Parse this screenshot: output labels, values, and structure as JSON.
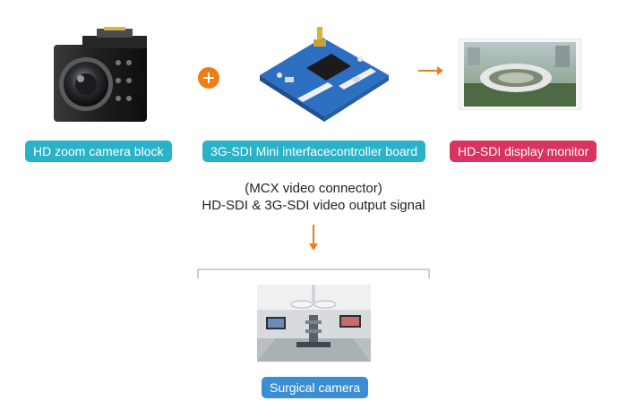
{
  "colors": {
    "teal": "#2ab3c8",
    "pink": "#d8345f",
    "blue": "#3c8ed3",
    "orange": "#ef7d17",
    "text": "#222222",
    "bracket": "#bfbfbf"
  },
  "nodes": {
    "camera_block": {
      "label": "HD zoom camera block"
    },
    "controller_board": {
      "label": "3G-SDI Mini interfacecontroller board"
    },
    "display_monitor": {
      "label": "HD-SDI display monitor"
    },
    "surgical_camera": {
      "label": "Surgical camera"
    }
  },
  "connector_text": {
    "line1": "(MCX video connector)",
    "line2": "HD-SDI & 3G-SDI video output signal"
  },
  "icons": {
    "plus": "plus-icon",
    "arrow_right": "arrow-right-icon",
    "arrow_down": "arrow-down-icon"
  }
}
